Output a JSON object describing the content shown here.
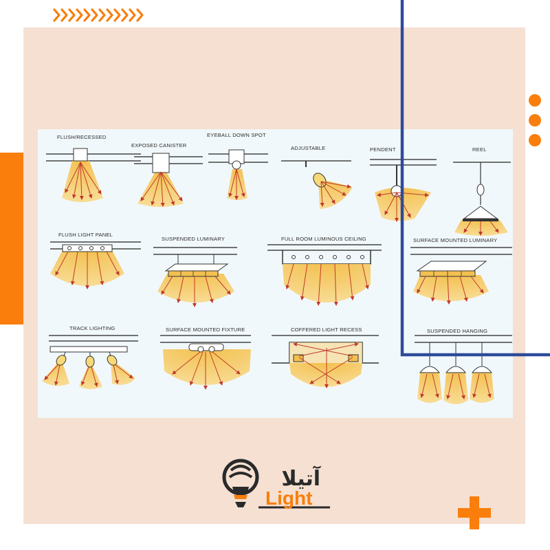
{
  "colors": {
    "accent_orange": "#f97e0c",
    "accent_blue": "#2e4b9a",
    "background_beige": "#f5e0d2",
    "diagram_background": "#f1f8fb",
    "light_beam": "#f6cf6b",
    "ray": "#c0392b"
  },
  "diagram": {
    "fixtures": [
      {
        "label": "FLUSH/RECESSED"
      },
      {
        "label": "EXPOSED CANISTER"
      },
      {
        "label": "EYEBALL DOWN SPOT"
      },
      {
        "label": "ADJUSTABLE"
      },
      {
        "label": "PENDENT"
      },
      {
        "label": "REEL"
      },
      {
        "label": "FLUSH LIGHT PANEL"
      },
      {
        "label": "SUSPENDED LUMINARY"
      },
      {
        "label": "FULL ROOM LUMINOUS CEILING"
      },
      {
        "label": "SURFACE MOUNTED LUMINARY"
      },
      {
        "label": "TRACK LIGHTING"
      },
      {
        "label": "SURFACE MOUNTED FIXTURE"
      },
      {
        "label": "COFFERED LIGHT RECESS"
      },
      {
        "label": "SUSPENDED HANGING"
      }
    ]
  },
  "logo": {
    "arabic_text": "آتیلا",
    "latin_text": "Light"
  },
  "icons": {
    "chevrons": "chevron-row-icon",
    "dots": "three-dots-icon",
    "plus": "plus-icon",
    "bulb": "bulb-logo-icon"
  }
}
